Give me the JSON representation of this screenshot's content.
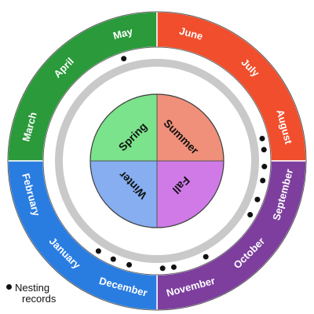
{
  "months": [
    {
      "label": "March",
      "quadrant": 0
    },
    {
      "label": "April",
      "quadrant": 0
    },
    {
      "label": "May",
      "quadrant": 0
    },
    {
      "label": "June",
      "quadrant": 1
    },
    {
      "label": "July",
      "quadrant": 1
    },
    {
      "label": "August",
      "quadrant": 1
    },
    {
      "label": "September",
      "quadrant": 2
    },
    {
      "label": "October",
      "quadrant": 2
    },
    {
      "label": "November",
      "quadrant": 2
    },
    {
      "label": "December",
      "quadrant": 3
    },
    {
      "label": "January",
      "quadrant": 3
    },
    {
      "label": "February",
      "quadrant": 3
    }
  ],
  "seasons": [
    {
      "label": "Spring",
      "color": "#7be38b"
    },
    {
      "label": "Summer",
      "color": "#f0907a"
    },
    {
      "label": "Fall",
      "color": "#d07ae8"
    },
    {
      "label": "Winter",
      "color": "#86aef0"
    }
  ],
  "ring_colors": [
    "#2a9a3a",
    "#f04e2c",
    "#7d3e9e",
    "#2a7de0"
  ],
  "nesting_record_months": [
    4.9,
    8.1,
    8.3,
    8.6,
    8.85,
    9.2,
    9.5,
    10.6,
    11.2,
    11.4,
    12.0,
    12.3,
    12.6
  ],
  "legend": {
    "line1": "Nesting",
    "line2": "records"
  }
}
